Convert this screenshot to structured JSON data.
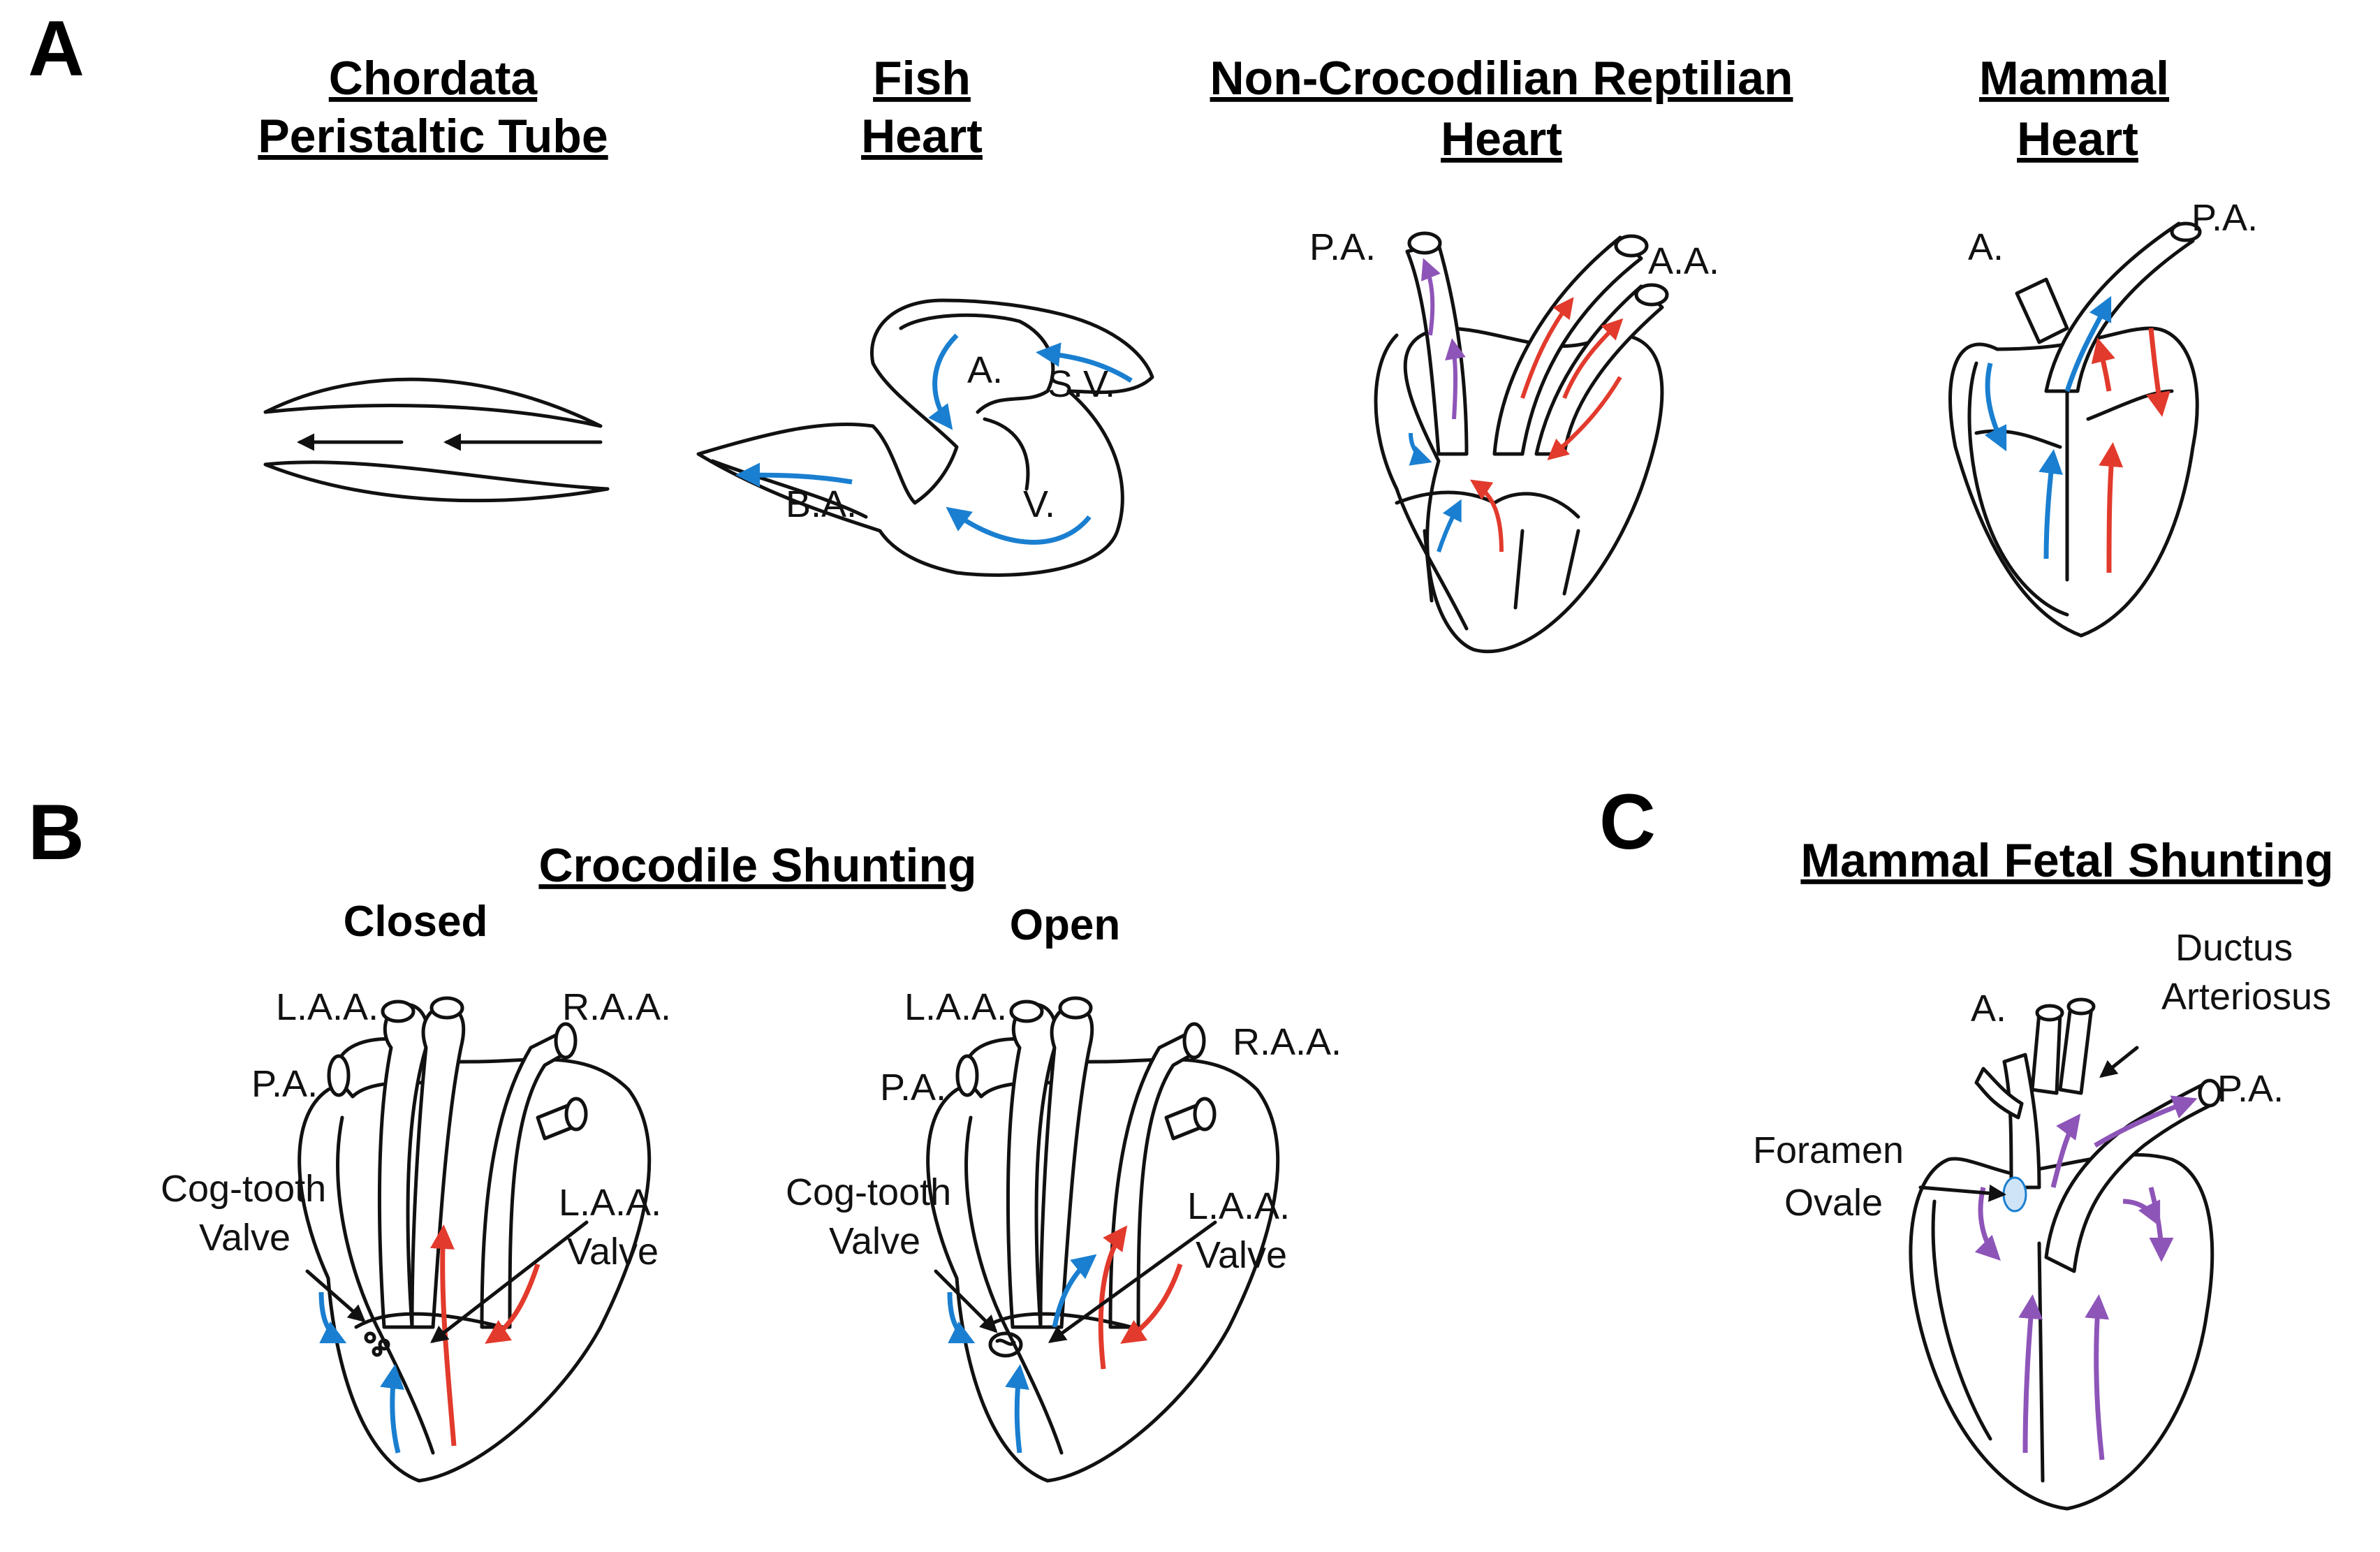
{
  "panels": {
    "a": "A",
    "b": "B",
    "c": "C"
  },
  "titles": {
    "chordata_1": "Chordata",
    "chordata_2": "Peristaltic Tube",
    "fish_1": "Fish",
    "fish_2": "Heart",
    "reptile_1": "Non-Crocodilian Reptilian",
    "reptile_2": "Heart",
    "mammal_1": "Mammal",
    "mammal_2": "Heart",
    "croc": "Crocodile Shunting",
    "closed": "Closed",
    "open": "Open",
    "fetal": "Mammal Fetal Shunting"
  },
  "labels": {
    "fish_a": "A.",
    "fish_sv": "S.V.",
    "fish_ba": "B.A.",
    "fish_v": "V.",
    "rep_pa": "P.A.",
    "rep_aa": "A.A.",
    "mam_a": "A.",
    "mam_pa": "P.A.",
    "croc_laa": "L.A.A.",
    "croc_raa": "R.A.A.",
    "croc_pa": "P.A.",
    "croc_cog_1": "Cog-tooth",
    "croc_cog_2": "Valve",
    "croc_laav_1": "L.A.A.",
    "croc_laav_2": "Valve",
    "fetal_a": "A.",
    "fetal_pa": "P.A.",
    "fetal_da_1": "Ductus",
    "fetal_da_2": "Arteriosus",
    "fetal_fo_1": "Foramen",
    "fetal_fo_2": "Ovale"
  },
  "colors": {
    "deoxygenated": "#1a7fd0",
    "oxygenated": "#e23a2c",
    "mixed": "#8e55b8",
    "outline": "#111111"
  }
}
